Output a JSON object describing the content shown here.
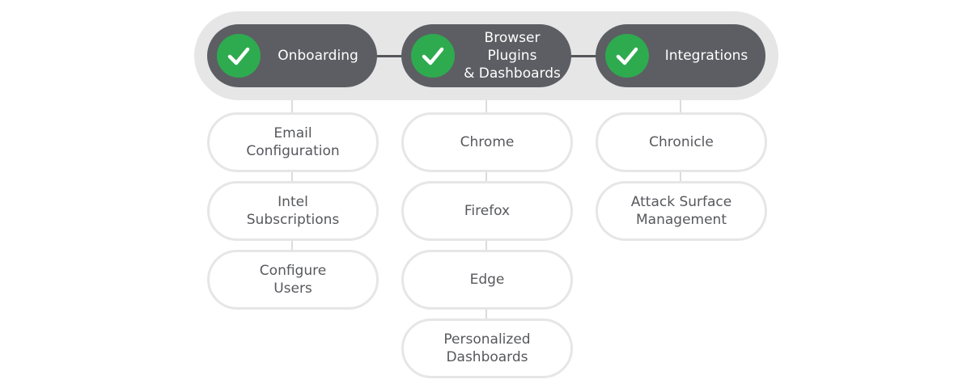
{
  "colors": {
    "track": "#e6e6e7",
    "stage_fill": "#5c5e63",
    "check_fill": "#2eab4f",
    "item_border": "#e6e6e7",
    "item_text": "#57585d"
  },
  "stages": [
    {
      "label": "Onboarding",
      "icon": "check-icon",
      "items": [
        "Email\nConfiguration",
        "Intel\nSubscriptions",
        "Configure\nUsers"
      ]
    },
    {
      "label": "Browser Plugins\n& Dashboards",
      "icon": "check-icon",
      "items": [
        "Chrome",
        "Firefox",
        "Edge",
        "Personalized\nDashboards"
      ]
    },
    {
      "label": "Integrations",
      "icon": "check-icon",
      "items": [
        "Chronicle",
        "Attack Surface\nManagement"
      ]
    }
  ]
}
